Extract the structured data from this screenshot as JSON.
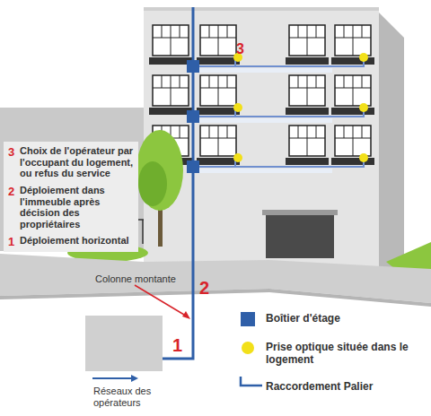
{
  "diagram": {
    "nodes": [
      {
        "text": [
          "3",
          "Choix de l'opérateur par l'occupant du logement, ou refus du service",
          "2",
          "Déploiement dans l'immeuble après décision des propriétaires",
          "1",
          "Déploiement horizontal"
        ]
      }
    ],
    "labels": [
      "3",
      "Colonne montante",
      "2",
      "1",
      "Réseaux des opérateurs"
    ],
    "legend": [
      {
        "text": "Boîtier d'étage",
        "color": "#2f5fa8"
      },
      {
        "text": "Prise optique située dans le logement",
        "color": "#f2e01a"
      },
      {
        "text": "Raccordement Palier"
      }
    ]
  }
}
